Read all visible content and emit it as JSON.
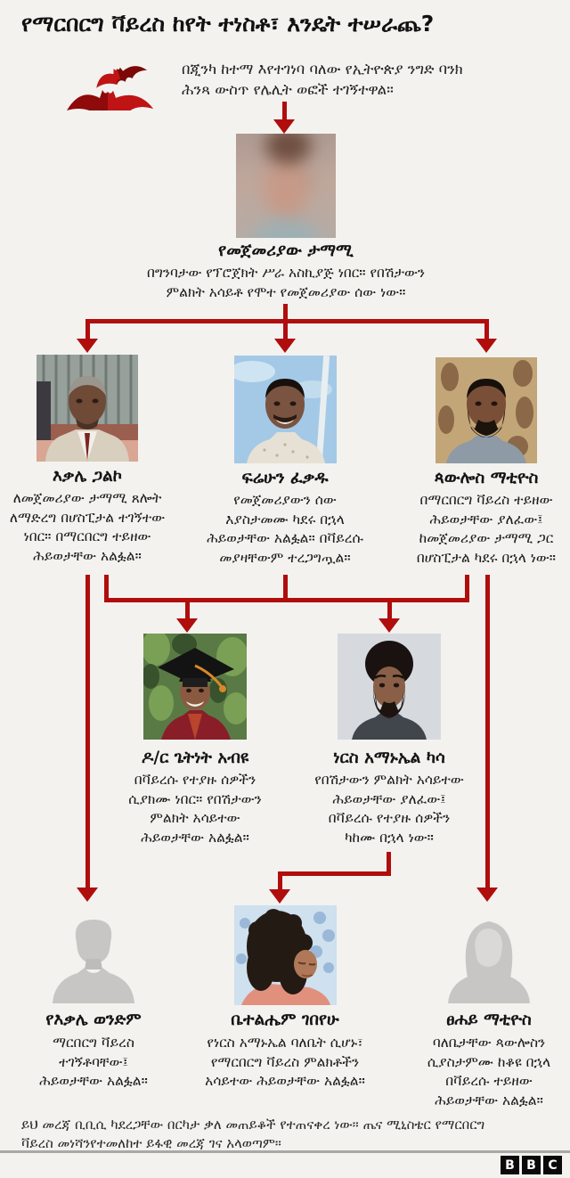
{
  "title": "የማርበርግ ቫይረስ ከየት ተነስቶ፣ እንዴት ተሠራጨ?",
  "intro": {
    "text": "በጂንካ ከተማ እየተገነባ ባለው የኢትዮጵያ ንግድ ባንክ\nሕንጻ ውስጥ የሌሊት ወፎች ተገኝተዋል።",
    "icon": "bats-icon"
  },
  "patient_zero": {
    "name": "የመጀመሪያው ታማሚ",
    "desc": "በግንባታው የፕሮጀክት ሥራ አስኪያጅ ነበር። የበሽታውን\nምልክት አሳይቶ የሞተ የመጀመሪያው ሰው ነው።",
    "photo": "blurred-face-photo"
  },
  "contacts_row": [
    {
      "name": "እቃሌ ጋልኮ",
      "desc": "ለመጀመሪያው ታማሚ ጸሎት\nለማድረግ በሆስፒታል ተገኝተው\nነበር። በማርበርግ ተይዘው\nሕይወታቸው አልፏል።",
      "photo": "man-in-suit-photo"
    },
    {
      "name": "ፍሬሁን ፈቃዱ",
      "desc": "የመጀመሪያውን ሰው\nእያስታመሙ ካደሩ በኋላ\nሕይወታቸው አልፏል። በቫይረሱ\nመያዛቸውም ተረጋግጧል።",
      "photo": "smiling-man-photo"
    },
    {
      "name": "ጳውሎስ ማቲዮስ",
      "desc": "በማርበርግ ቫይረስ ተይዘው\nሕይወታቸው ያለፈው፤\nከመጀመሪያው ታማሚ ጋር\nበሆስፒታል ካደሩ በኋላ ነው።",
      "photo": "bearded-man-photo"
    }
  ],
  "medics_row": [
    {
      "name": "ዶ/ር ጌትነት አብዩ",
      "desc": "በቫይረሱ የተያዙ ሰዎችን\nሲያክሙ ነበር። የበሽታውን\nምልክት አሳይተው\nሕይወታቸው አልፏል።",
      "photo": "graduate-photo"
    },
    {
      "name": "ነርስ አማኑኤል ካሳ",
      "desc": "የበሽታውን ምልክት አሳይተው\nሕይወታቸው ያለፈው፤\nበቫይረሱ የተያዙ ሰዎችን\nካከሙ በኋላ ነው።",
      "photo": "afro-man-photo"
    }
  ],
  "family_row": [
    {
      "name": "የእቃሌ ወንድም",
      "desc": "ማርበርግ ቫይረስ\nተገኝቶባቸው፤\nሕይወታቸው አልፏል።",
      "photo": "male-silhouette"
    },
    {
      "name": "ቤተልሔም ገበየሁ",
      "desc": "የነርስ አማኑኤል ባለቤት ሲሆኑ፣\nየማርበርግ ቫይረስ ምልክቶችን\nአሳይተው ሕይወታቸው አልፏል።",
      "photo": "woman-curly-hair-photo"
    },
    {
      "name": "ፀሐይ ማቲዮስ",
      "desc": "ባለቤታቸው ጳውሎስን\nሲያስታምሙ ከቆዩ በኋላ\nበቫይረሱ ተይዘው\nሕይወታቸው አልፏል።",
      "photo": "female-silhouette"
    }
  ],
  "footer": {
    "source": "ይህ መረጃ ቢቢሲ ካደረጋቸው በርካታ ቃለ መጠይቆች የተጠናቀረ ነው። ጤና ሚኒስቴር የማርበርግ\nቫይረስ መነሻንየተመለከተ ይፋዊ መረጃ ገና አላወጣም።",
    "logo": [
      "B",
      "B",
      "C"
    ]
  },
  "colors": {
    "accent_red": "#b00d0d",
    "background": "#f3f2ef",
    "text": "#1a1a1a",
    "silhouette_gray": "#c7c6c4"
  }
}
